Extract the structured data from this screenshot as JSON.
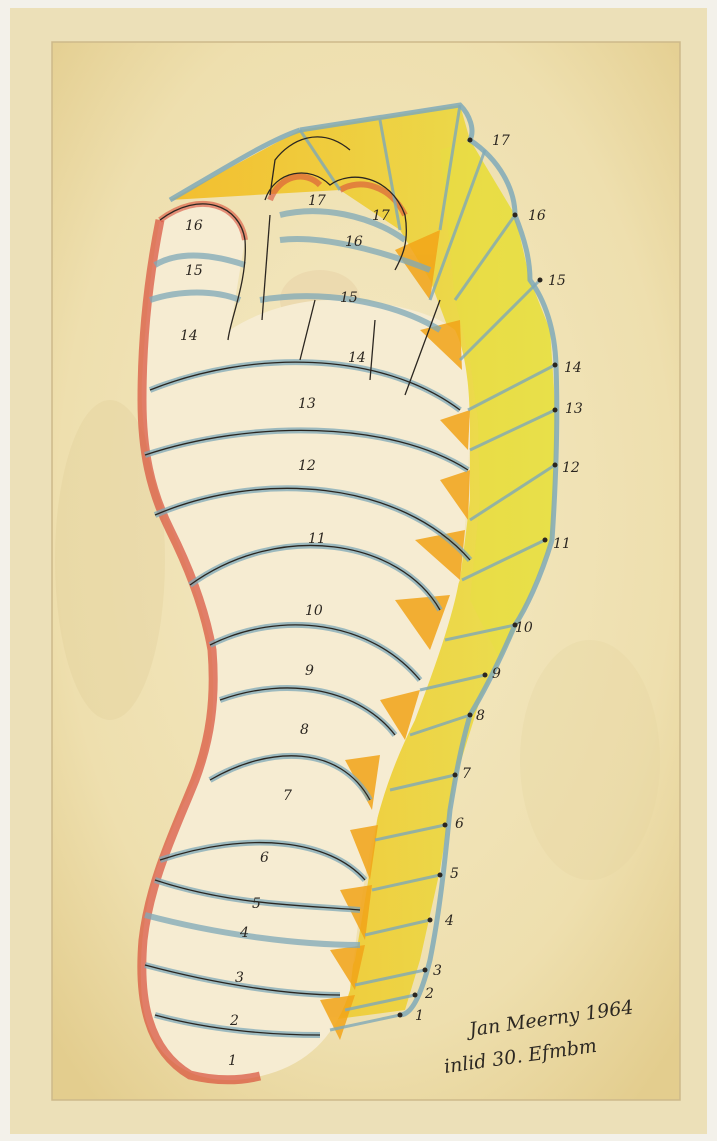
{
  "artwork": {
    "inner_labels": [
      "1",
      "2",
      "3",
      "4",
      "5",
      "6",
      "7",
      "8",
      "9",
      "10",
      "11",
      "12",
      "13",
      "14",
      "15",
      "16",
      "17",
      "14",
      "15",
      "16",
      "17"
    ],
    "edge_labels": [
      "1",
      "2",
      "3",
      "4",
      "5",
      "6",
      "7",
      "8",
      "9",
      "10",
      "11",
      "12",
      "13",
      "14",
      "15",
      "16",
      "17"
    ],
    "signature": {
      "line1": "Jan Meerny 1964",
      "line2": "inlid 30. Efmbm"
    }
  },
  "colors": {
    "paper": "#efe2b4",
    "frame": "#f3f1ea",
    "red_crayon": "#d9503a",
    "yellow_crayon": "#f0d020",
    "orange_crayon": "#f2a418",
    "blue_crayon": "#7fa9b8",
    "ink": "#2b2620"
  }
}
